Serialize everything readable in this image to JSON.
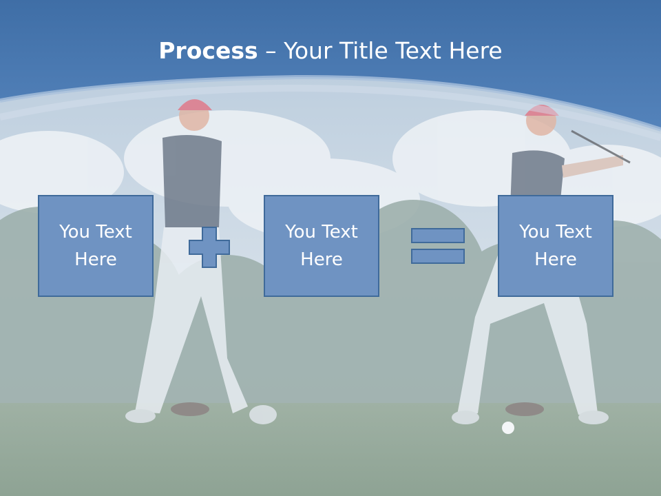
{
  "slide": {
    "title_bold": "Process",
    "title_rest": " – Your Title Text Here",
    "boxes": [
      {
        "text": "You Text\nHere"
      },
      {
        "text": "You Text\nHere"
      },
      {
        "text": "You Text\nHere"
      }
    ],
    "operators": [
      "plus",
      "equals"
    ]
  },
  "colors": {
    "header": "#4f7db3",
    "box_fill": "#6f93c2",
    "box_border": "#3f6a9a",
    "title_text": "#ffffff"
  },
  "icons": [
    "plus-icon",
    "equals-icon"
  ]
}
